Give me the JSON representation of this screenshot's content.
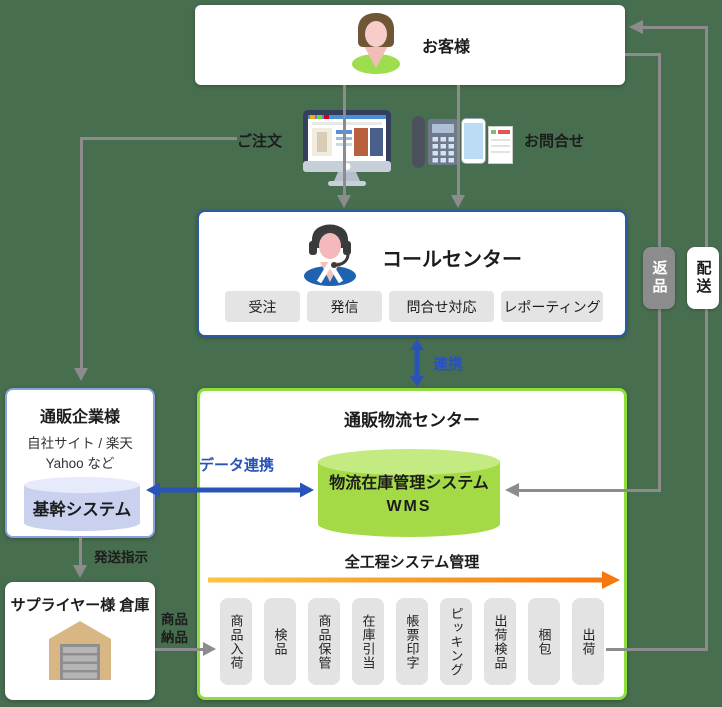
{
  "colors": {
    "background": "#486e50",
    "line_gray": "#8c8c8c",
    "accent_blue": "#2953b8",
    "call_center_border": "#2a5ba6",
    "logistics_border": "#8ede3e",
    "company_border": "#8ba3dd",
    "wms_green": "#a4da45",
    "orange_gradient_start": "#fdc53e",
    "orange_gradient_end": "#f6780e"
  },
  "customer": {
    "label": "お客様",
    "icon": "customer-icon"
  },
  "order": {
    "label": "ご注文",
    "icon": "monitor-icon"
  },
  "inquiry": {
    "label": "お問合せ",
    "icons": [
      "desk-phone-icon",
      "smartphone-icon",
      "document-icon"
    ]
  },
  "call_center": {
    "title": "コールセンター",
    "icon": "operator-icon",
    "buttons": [
      "受注",
      "発信",
      "問合せ対応",
      "レポーティング"
    ]
  },
  "link": {
    "label": "連携"
  },
  "logistics_center": {
    "title": "通販物流センター",
    "data_link_label": "データ連携",
    "wms_line1": "物流在庫管理システム",
    "wms_line2": "WMS",
    "process_title": "全工程システム管理",
    "processes": [
      "商品入荷",
      "検品",
      "商品保管",
      "在庫引当",
      "帳票印字",
      "ピッキング",
      "出荷検品",
      "梱包",
      "出荷"
    ]
  },
  "company": {
    "title": "通販企業様",
    "subtitle_line1": "自社サイト / 楽天",
    "subtitle_line2": "Yahoo など",
    "core_system": "基幹システム"
  },
  "shipping_instruction": {
    "label": "発送指示"
  },
  "supplier": {
    "title": "サプライヤー様 倉庫",
    "icon": "warehouse-icon"
  },
  "goods_delivery": {
    "line1": "商品",
    "line2": "納品"
  },
  "returns": {
    "label": "返品"
  },
  "delivery": {
    "label": "配送"
  }
}
